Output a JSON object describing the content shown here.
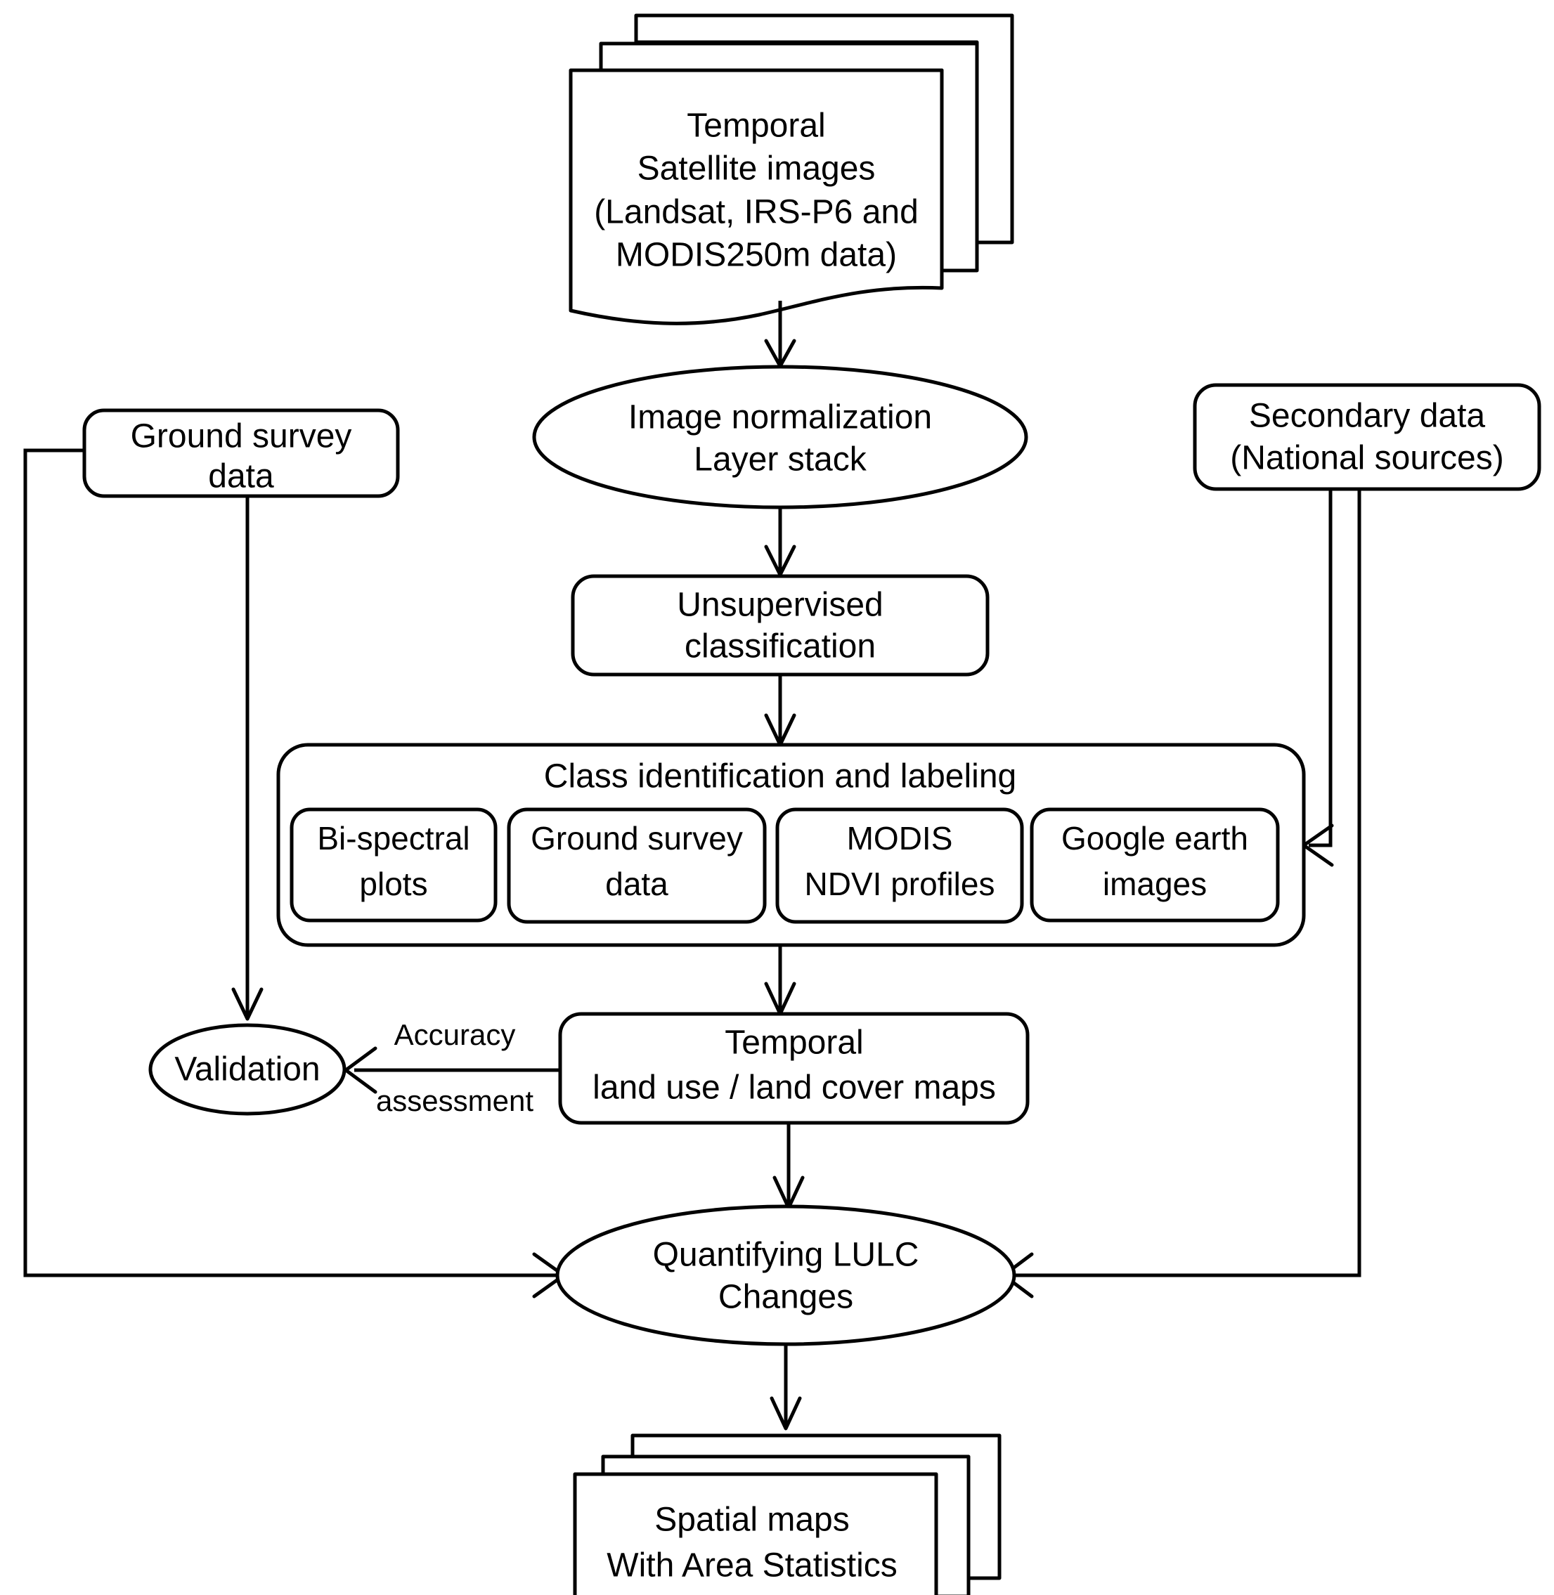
{
  "diagram": {
    "title": "LULC mapping methodology flowchart",
    "background_color": "#ffffff",
    "line_color": "#000000"
  },
  "nodes": {
    "temporal_satellite_images": {
      "shape": "stacked-document",
      "lines": [
        "Temporal",
        "Satellite images",
        "(Landsat, IRS-P6 and",
        "MODIS250m data)"
      ]
    },
    "image_normalization": {
      "shape": "ellipse",
      "lines": [
        "Image normalization",
        "Layer stack"
      ]
    },
    "ground_survey_data": {
      "shape": "rounded-rect",
      "lines": [
        "Ground  survey",
        "data"
      ]
    },
    "secondary_data": {
      "shape": "rounded-rect",
      "lines": [
        "Secondary data",
        "(National sources)"
      ]
    },
    "unsupervised_classification": {
      "shape": "rounded-rect",
      "lines": [
        "Unsupervised",
        "classification"
      ]
    },
    "class_identification": {
      "shape": "rounded-rect-group",
      "title": "Class identification and labeling",
      "children": [
        {
          "id": "bi-spectral-plots",
          "lines": [
            "Bi-spectral",
            "plots"
          ]
        },
        {
          "id": "ground-survey-data",
          "lines": [
            "Ground  survey",
            "data"
          ]
        },
        {
          "id": "modis-ndvi-profiles",
          "lines": [
            "MODIS",
            "NDVI profiles"
          ]
        },
        {
          "id": "google-earth-images",
          "lines": [
            "Google earth",
            "images"
          ]
        }
      ]
    },
    "validation": {
      "shape": "ellipse",
      "lines": [
        "Validation"
      ]
    },
    "temporal_lulc_maps": {
      "shape": "rounded-rect",
      "lines": [
        "Temporal",
        "land use / land cover maps"
      ]
    },
    "quantifying_lulc_changes": {
      "shape": "ellipse",
      "lines": [
        "Quantifying  LULC",
        "Changes"
      ]
    },
    "spatial_maps": {
      "shape": "stacked-document",
      "lines": [
        "Spatial maps",
        "With Area Statistics"
      ]
    }
  },
  "edge_labels": {
    "accuracy_assessment": {
      "lines": [
        "Accuracy",
        "assessment"
      ]
    }
  }
}
